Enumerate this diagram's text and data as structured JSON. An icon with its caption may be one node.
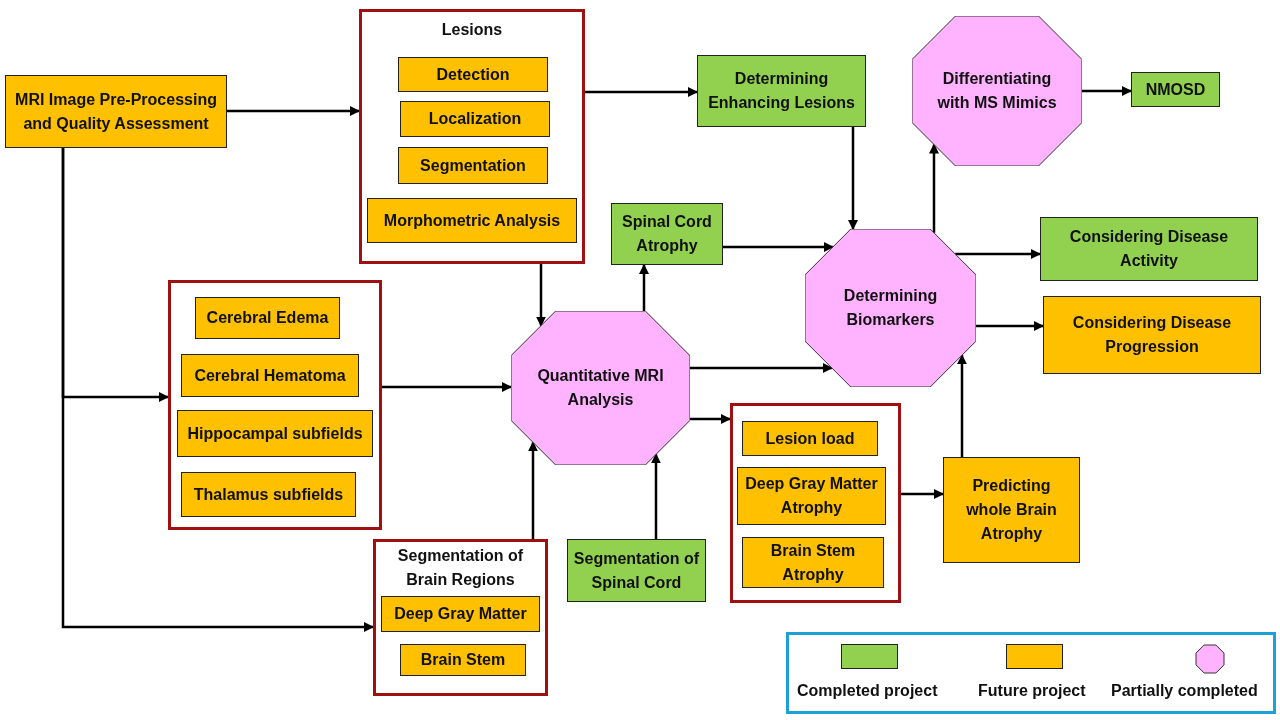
{
  "diagram": {
    "nodes": [
      {
        "text": [
          "MRI Image Pre-Processing and Quality Assessment"
        ]
      },
      {
        "text": [
          "Lesions"
        ]
      },
      {
        "text": [
          "Detection"
        ],
        "in": 1
      },
      {
        "text": [
          "Localization"
        ],
        "in": 1
      },
      {
        "text": [
          "Segmentation"
        ],
        "in": 1
      },
      {
        "text": [
          "Morphometric Analysis"
        ],
        "in": 1
      },
      {
        "text": [],
        "shape": "box"
      },
      {
        "text": [
          "Cerebral Edema"
        ],
        "in": 6
      },
      {
        "text": [
          "Cerebral Hematoma"
        ],
        "in": 6
      },
      {
        "text": [
          "Hippocampal subfields"
        ],
        "in": 6
      },
      {
        "text": [
          "Thalamus subfields"
        ],
        "in": 6
      },
      {
        "text": [
          "Segmentation of Brain Regions"
        ]
      },
      {
        "text": [
          "Deep Gray Matter"
        ],
        "in": 11
      },
      {
        "text": [
          "Brain Stem"
        ],
        "in": 11
      },
      {
        "text": [
          "Determining Enhancing Lesions"
        ]
      },
      {
        "text": [
          "Spinal Cord Atrophy"
        ]
      },
      {
        "text": [
          "Quantitative MRI Analysis"
        ]
      },
      {
        "text": [
          "Segmentation of Spinal Cord"
        ]
      },
      {
        "text": [],
        "shape": "box"
      },
      {
        "text": [
          "Lesion load"
        ],
        "in": 18
      },
      {
        "text": [
          "Deep Gray Matter Atrophy"
        ],
        "in": 18
      },
      {
        "text": [
          "Brain Stem Atrophy"
        ],
        "in": 18
      },
      {
        "text": [
          "Differentiating with MS Mimics"
        ]
      },
      {
        "text": [
          "NMOSD"
        ]
      },
      {
        "text": [
          "Determining Biomarkers"
        ]
      },
      {
        "text": [
          "Considering Disease Activity"
        ]
      },
      {
        "text": [
          "Considering Disease Progression"
        ]
      },
      {
        "text": [
          "Predicting whole Brain Atrophy"
        ]
      }
    ],
    "edges": [
      {
        "from": 0,
        "to": 1,
        "arrow": "to"
      },
      {
        "from": 0,
        "to": 6,
        "arrow": "to"
      },
      {
        "from": 0,
        "to": 11,
        "arrow": "to"
      },
      {
        "from": 1,
        "to": 14,
        "arrow": "to"
      },
      {
        "from": 1,
        "to": 16,
        "arrow": "to"
      },
      {
        "from": 6,
        "to": 16,
        "arrow": "to"
      },
      {
        "from": 11,
        "to": 16,
        "arrow": "to"
      },
      {
        "from": 17,
        "to": 16,
        "arrow": "to"
      },
      {
        "from": 16,
        "to": 15,
        "arrow": "to"
      },
      {
        "from": 16,
        "to": 24,
        "arrow": "to"
      },
      {
        "from": 16,
        "to": 18,
        "arrow": "to"
      },
      {
        "from": 15,
        "to": 24,
        "arrow": "to"
      },
      {
        "from": 14,
        "to": 24,
        "arrow": "to"
      },
      {
        "from": 24,
        "to": 22,
        "arrow": "to"
      },
      {
        "from": 22,
        "to": 23,
        "arrow": "to"
      },
      {
        "from": 24,
        "to": 25,
        "arrow": "to"
      },
      {
        "from": 24,
        "to": 26,
        "arrow": "to"
      },
      {
        "from": 18,
        "to": 27,
        "arrow": "to"
      },
      {
        "from": 27,
        "to": 24,
        "arrow": "to"
      }
    ],
    "legend": [
      {
        "text": "Completed project",
        "color": "#92d050"
      },
      {
        "text": "Future project",
        "color": "#ffc000"
      },
      {
        "text": "Partially completed"
      }
    ]
  }
}
